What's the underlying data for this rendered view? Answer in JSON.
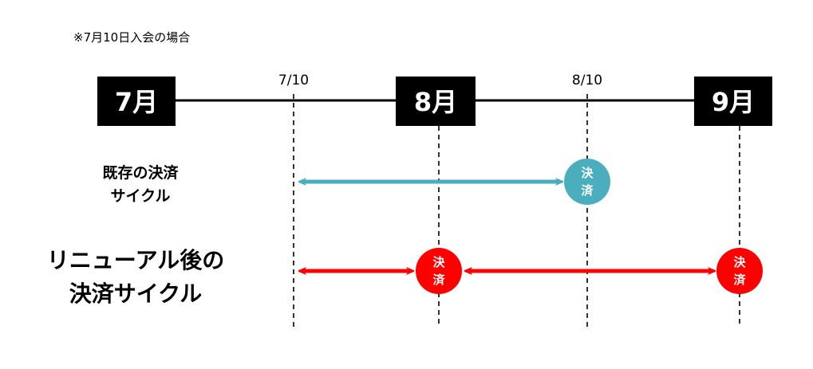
{
  "note": "※7月10日入会の場合",
  "months": [
    "7月",
    "8月",
    "9月"
  ],
  "dates": [
    "7/10",
    "8/10"
  ],
  "rows": [
    {
      "label_lines": [
        "既存の決済",
        "サイクル"
      ],
      "color": "#4aaebf"
    },
    {
      "label_lines": [
        "リニューアル後の",
        "決済サイクル"
      ],
      "color": "#ff0000"
    }
  ],
  "payment_label": [
    "決",
    "済"
  ],
  "colors": {
    "timeline": "#000000",
    "month_box": "#000000",
    "existing": "#4aaebf",
    "renewal": "#ff0000"
  }
}
